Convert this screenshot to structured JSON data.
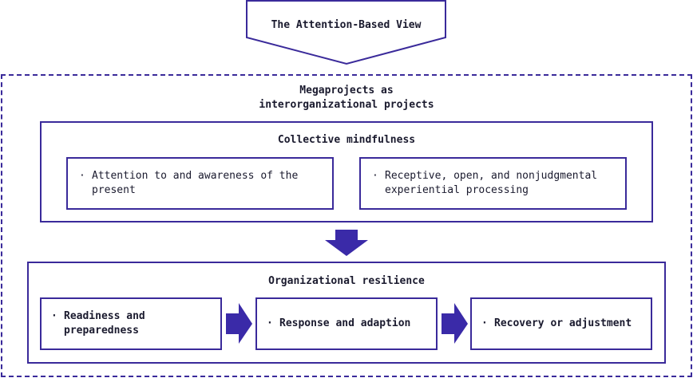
{
  "header": {
    "title": "The Attention-Based View"
  },
  "outer": {
    "title_line1": "Megaprojects as",
    "title_line2": "interorganizational projects"
  },
  "mindfulness": {
    "title": "Collective mindfulness",
    "items": [
      {
        "line1": "Attention to and awareness of the",
        "line2": "present"
      },
      {
        "line1": "Receptive, open, and nonjudgmental",
        "line2": "experiential processing"
      }
    ]
  },
  "resilience": {
    "title": "Organizational resilience",
    "items": [
      {
        "line1": "Readiness and",
        "line2": "preparedness"
      },
      {
        "line1": "Response and adaption"
      },
      {
        "line1": "Recovery or adjustment"
      }
    ]
  },
  "bullet_symbol": "·",
  "colors": {
    "accent": "#3a2a9a",
    "arrow_fill": "#3a2aa8",
    "text": "#1a1a2e"
  }
}
